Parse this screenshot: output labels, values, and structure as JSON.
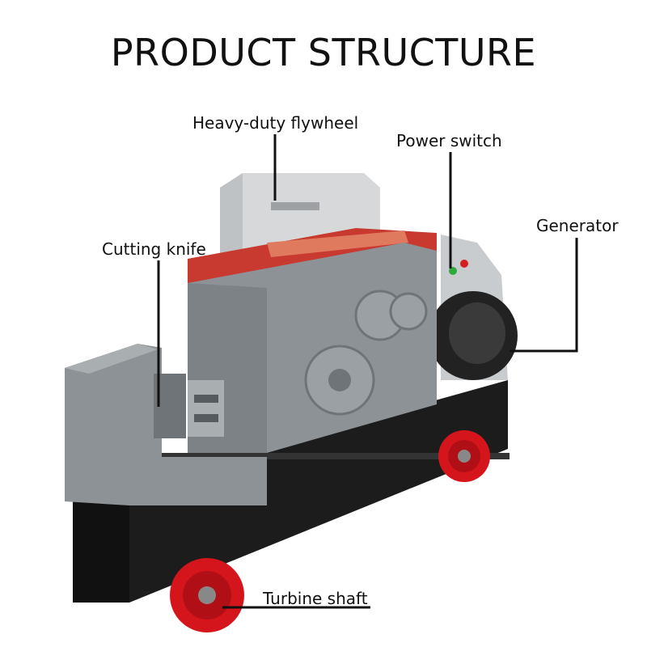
{
  "title": "PRODUCT STRUCTURE",
  "callouts": {
    "flywheel": "Heavy-duty flywheel",
    "power_switch": "Power switch",
    "generator": "Generator",
    "cutting_knife": "Cutting knife",
    "turbine_shaft": "Turbine shaft"
  },
  "colors": {
    "body_gray": "#8c9296",
    "body_light": "#a9aeb1",
    "cover_red": "#c8392f",
    "base_black": "#1c1c1c",
    "wheel_red": "#d4161c",
    "motor_black": "#222222",
    "switch_green": "#2faa3a",
    "switch_red": "#d42020",
    "leader_line": "#111111"
  }
}
